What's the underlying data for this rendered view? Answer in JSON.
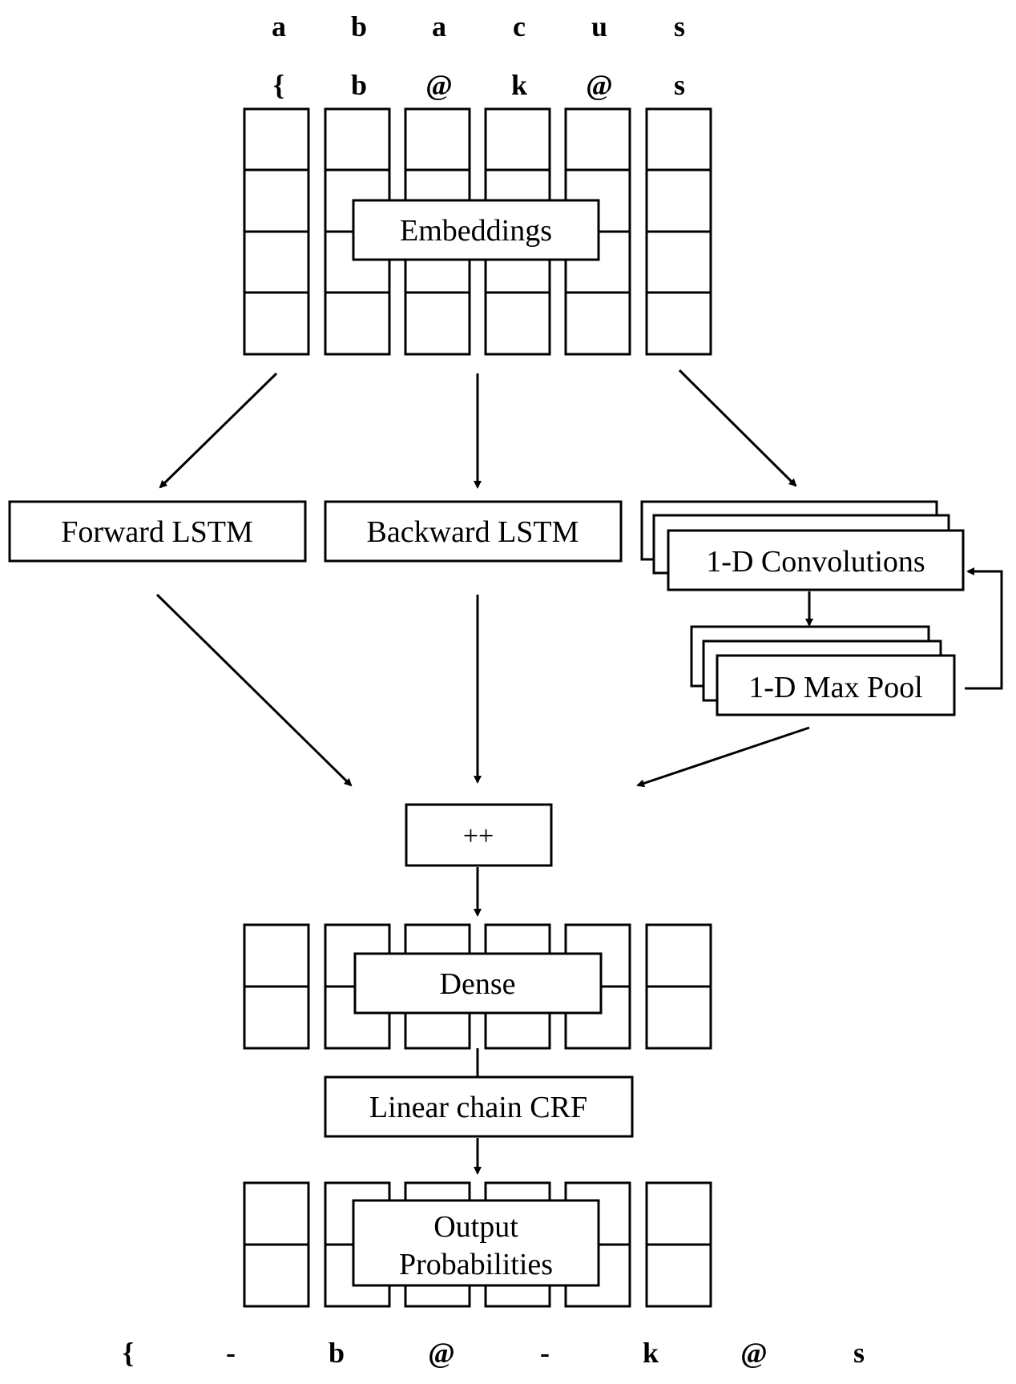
{
  "input": {
    "graphemes": [
      "a",
      "b",
      "a",
      "c",
      "u",
      "s"
    ],
    "phonemes": [
      "{",
      "b",
      "@",
      "k",
      "@",
      "s"
    ]
  },
  "blocks": {
    "embeddings": "Embeddings",
    "forward_lstm": "Forward LSTM",
    "backward_lstm": "Backward LSTM",
    "convolutions": "1-D Convolutions",
    "max_pool": "1-D Max Pool",
    "concat": "++",
    "dense": "Dense",
    "crf": "Linear chain CRF",
    "output_line1": "Output",
    "output_line2": "Probabilities"
  },
  "output": {
    "tokens": [
      "{",
      "-",
      "b",
      "@",
      "-",
      "k",
      "@",
      "s"
    ]
  }
}
